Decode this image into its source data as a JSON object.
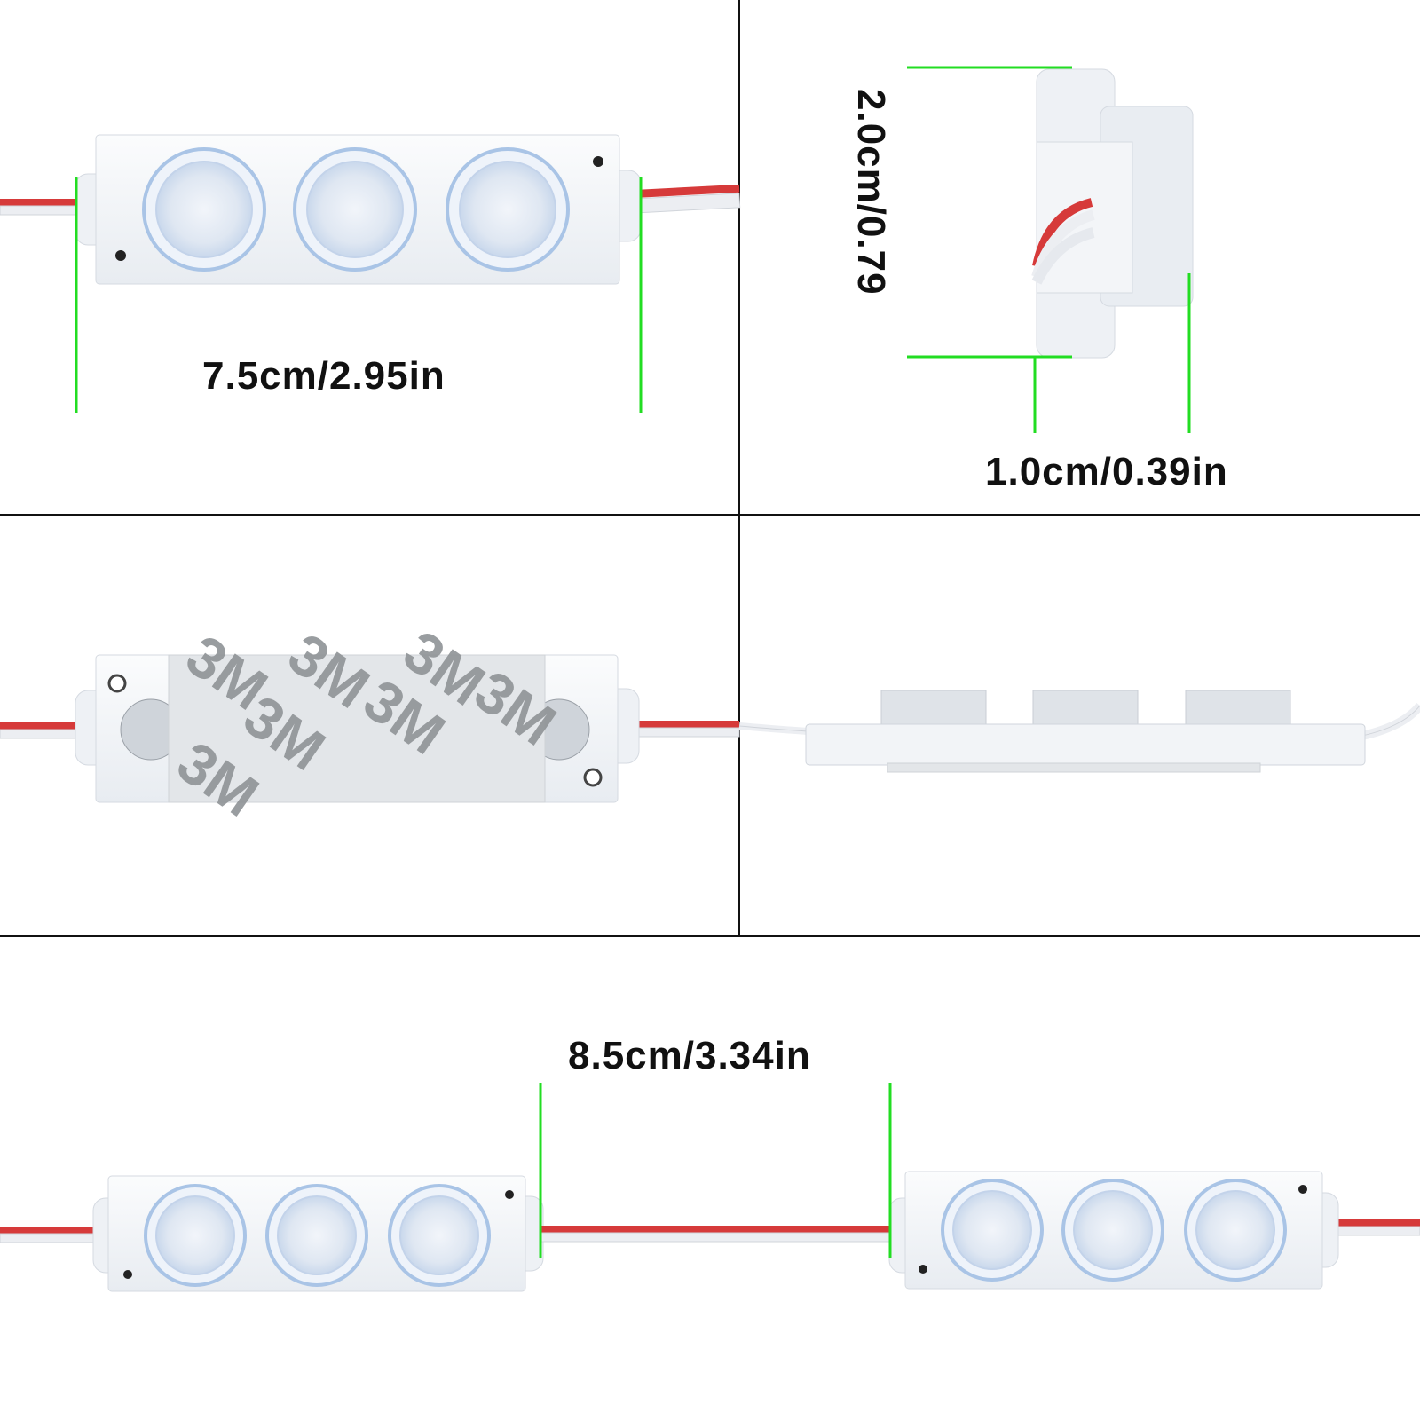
{
  "dimensions": {
    "width_label": "7.5cm/2.95in",
    "height_label": "2.0cm/0.79",
    "depth_label": "1.0cm/0.39in",
    "spacing_label": "8.5cm/3.34in"
  },
  "adhesive": {
    "tape_marks": [
      "3M",
      "3M",
      "3M",
      "3M",
      "3M",
      "3M",
      "3M"
    ]
  },
  "colors": {
    "background": "#ffffff",
    "divider": "#111111",
    "dimension_line": "#22dd22",
    "wire_red": "#d63a3a",
    "wire_white": "#eceef2",
    "module_body": "#f4f6f9",
    "lens_ring": "#a9c4e6",
    "tape": "#e3e6e9",
    "tape_print": "#8f9396"
  }
}
